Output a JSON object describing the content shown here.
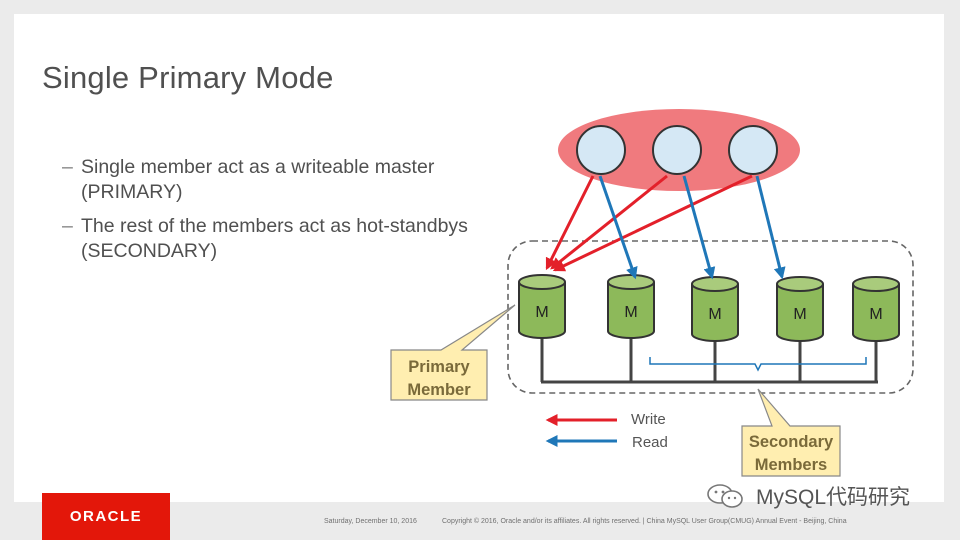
{
  "slide": {
    "title": "Single Primary Mode",
    "bullets": [
      "Single member act as a writeable master (PRIMARY)",
      "The rest of the members act as hot-standbys (SECONDARY)"
    ],
    "dash": "–"
  },
  "diagram": {
    "clients": 3,
    "member_label": "M",
    "members": 5,
    "callout_primary": [
      "Primary",
      "Member"
    ],
    "callout_secondary": [
      "Secondary",
      "Members"
    ],
    "legend": {
      "write": "Write",
      "read": "Read"
    },
    "colors": {
      "client_group": "#f07a7e",
      "client_circle": "#d5e8f5",
      "member_fill": "#8db95a",
      "member_top": "#a9cb7c",
      "write_arrow": "#e3202a",
      "read_arrow": "#1f77b8",
      "callout_fill": "#ffeeb0",
      "callout_text": "#7a6a3a"
    }
  },
  "footer": {
    "logo": "ORACLE",
    "date": "Saturday, December 10, 2016",
    "copyright": "Copyright © 2016, Oracle and/or its affiliates. All rights reserved.   |  China MySQL User Group(CMUG) Annual Event - Beijing, China",
    "watermark": "MySQL代码研究"
  }
}
